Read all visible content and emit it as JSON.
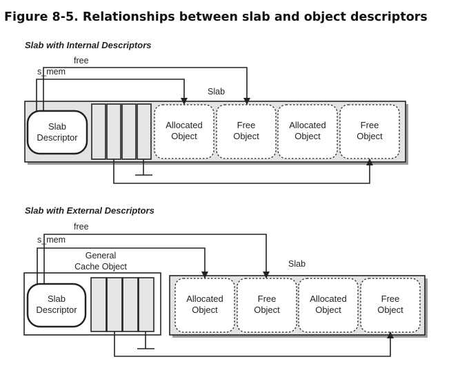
{
  "figure_title": "Figure 8-5. Relationships between slab and object descriptors",
  "internal": {
    "heading": "Slab with Internal Descriptors",
    "free_label": "free",
    "s_mem_label": "s_mem",
    "slab_label": "Slab",
    "descriptor": [
      "Slab",
      "Descriptor"
    ],
    "objects": [
      [
        "Allocated",
        "Object"
      ],
      [
        "Free",
        "Object"
      ],
      [
        "Allocated",
        "Object"
      ],
      [
        "Free",
        "Object"
      ]
    ]
  },
  "external": {
    "heading": "Slab with External Descriptors",
    "free_label": "free",
    "s_mem_label": "s_mem",
    "slab_label": "Slab",
    "general_cache": [
      "General",
      "Cache Object"
    ],
    "descriptor": [
      "Slab",
      "Descriptor"
    ],
    "objects": [
      [
        "Allocated",
        "Object"
      ],
      [
        "Free",
        "Object"
      ],
      [
        "Allocated",
        "Object"
      ],
      [
        "Free",
        "Object"
      ]
    ]
  },
  "colors": {
    "slab_fill": "#e3e3e3",
    "cell_fill": "#e6e6e6",
    "object_fill": "#ffffff",
    "stroke": "#222222",
    "shadow": "#9a9a9a"
  }
}
